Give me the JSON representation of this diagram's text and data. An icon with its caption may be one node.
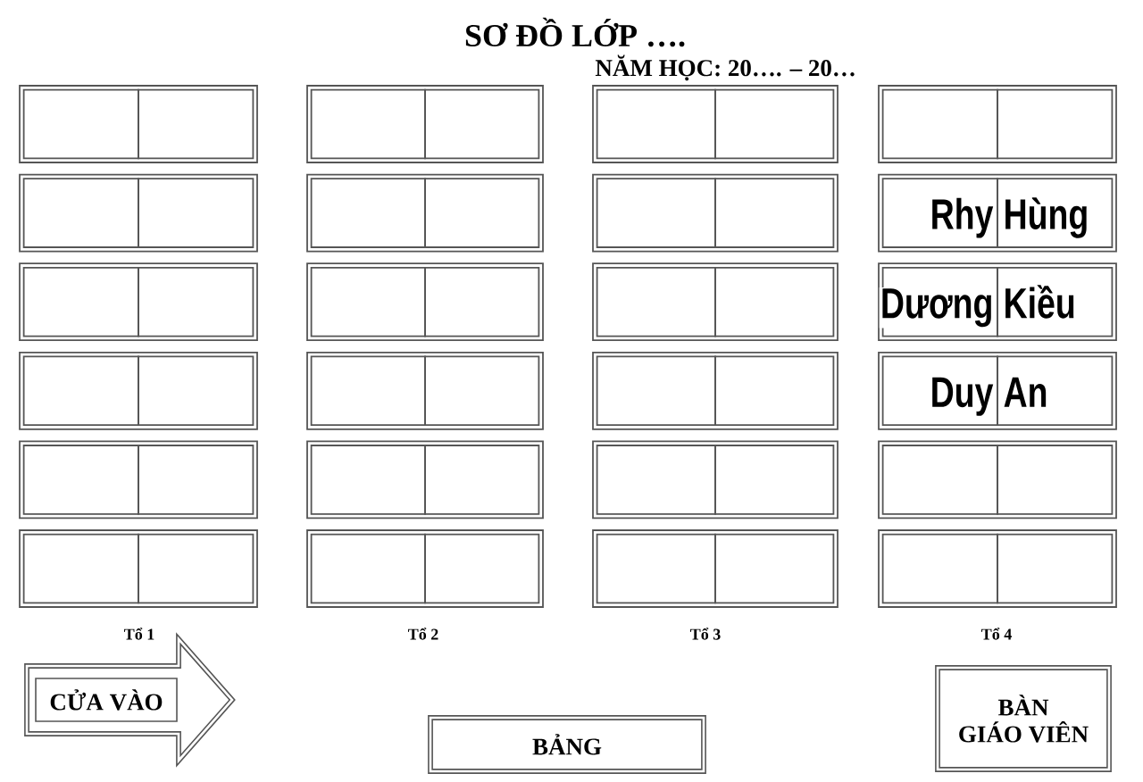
{
  "diagram": {
    "title": "SƠ ĐỒ LỚP ….",
    "nodes": [
      {
        "text": [],
        "shape": "box"
      },
      {
        "text": [],
        "shape": "box",
        "in": 0
      },
      {
        "text": [],
        "shape": "box",
        "in": 0
      },
      {
        "text": [],
        "shape": "box"
      },
      {
        "text": [],
        "shape": "box",
        "in": 3
      },
      {
        "text": [],
        "shape": "box",
        "in": 3
      },
      {
        "text": [],
        "shape": "box"
      },
      {
        "text": [],
        "shape": "box",
        "in": 6
      },
      {
        "text": [],
        "shape": "box",
        "in": 6
      },
      {
        "text": [],
        "shape": "box"
      },
      {
        "text": [],
        "shape": "box",
        "in": 9
      },
      {
        "text": [],
        "shape": "box",
        "in": 9
      },
      {
        "text": [],
        "shape": "box"
      },
      {
        "text": [],
        "shape": "box",
        "in": 12
      },
      {
        "text": [],
        "shape": "box",
        "in": 12
      },
      {
        "text": [],
        "shape": "box"
      },
      {
        "text": [],
        "shape": "box",
        "in": 15
      },
      {
        "text": [],
        "shape": "box",
        "in": 15
      },
      {
        "text": [],
        "shape": "box"
      },
      {
        "text": [],
        "shape": "box",
        "in": 18
      },
      {
        "text": [],
        "shape": "box",
        "in": 18
      },
      {
        "text": [],
        "shape": "box"
      },
      {
        "text": [
          "Rhy"
        ],
        "in": 21
      },
      {
        "text": [
          "Hùng"
        ],
        "in": 21
      },
      {
        "text": [],
        "shape": "box"
      },
      {
        "text": [],
        "shape": "box",
        "in": 24
      },
      {
        "text": [],
        "shape": "box",
        "in": 24
      },
      {
        "text": [],
        "shape": "box"
      },
      {
        "text": [],
        "shape": "box",
        "in": 27
      },
      {
        "text": [],
        "shape": "box",
        "in": 27
      },
      {
        "text": [],
        "shape": "box"
      },
      {
        "text": [],
        "shape": "box",
        "in": 30
      },
      {
        "text": [],
        "shape": "box",
        "in": 30
      },
      {
        "text": [],
        "shape": "box"
      },
      {
        "text": [
          "Dương"
        ],
        "in": 33
      },
      {
        "text": [
          "Kiều"
        ],
        "in": 33
      },
      {
        "text": [],
        "shape": "box"
      },
      {
        "text": [],
        "shape": "box",
        "in": 36
      },
      {
        "text": [],
        "shape": "box",
        "in": 36
      },
      {
        "text": [],
        "shape": "box"
      },
      {
        "text": [],
        "shape": "box",
        "in": 39
      },
      {
        "text": [],
        "shape": "box",
        "in": 39
      },
      {
        "text": [],
        "shape": "box"
      },
      {
        "text": [],
        "shape": "box",
        "in": 42
      },
      {
        "text": [],
        "shape": "box",
        "in": 42
      },
      {
        "text": [],
        "shape": "box"
      },
      {
        "text": [
          "Duy"
        ],
        "in": 45
      },
      {
        "text": [
          "An"
        ],
        "in": 45
      },
      {
        "text": [],
        "shape": "box"
      },
      {
        "text": [],
        "shape": "box",
        "in": 48
      },
      {
        "text": [],
        "shape": "box",
        "in": 48
      },
      {
        "text": [],
        "shape": "box"
      },
      {
        "text": [],
        "shape": "box",
        "in": 51
      },
      {
        "text": [],
        "shape": "box",
        "in": 51
      },
      {
        "text": [],
        "shape": "box"
      },
      {
        "text": [],
        "shape": "box",
        "in": 54
      },
      {
        "text": [],
        "shape": "box",
        "in": 54
      },
      {
        "text": [],
        "shape": "box"
      },
      {
        "text": [],
        "shape": "box",
        "in": 57
      },
      {
        "text": [],
        "shape": "box",
        "in": 57
      },
      {
        "text": [],
        "shape": "box"
      },
      {
        "text": [],
        "shape": "box",
        "in": 60
      },
      {
        "text": [],
        "shape": "box",
        "in": 60
      },
      {
        "text": [],
        "shape": "box"
      },
      {
        "text": [],
        "shape": "box",
        "in": 63
      },
      {
        "text": [],
        "shape": "box",
        "in": 63
      },
      {
        "text": [],
        "shape": "box"
      },
      {
        "text": [],
        "shape": "box",
        "in": 66
      },
      {
        "text": [],
        "shape": "box",
        "in": 66
      },
      {
        "text": [],
        "shape": "box"
      },
      {
        "text": [],
        "shape": "box",
        "in": 69
      },
      {
        "text": [],
        "shape": "box",
        "in": 69
      },
      {
        "text": [
          "CỬA VÀO"
        ]
      },
      {
        "text": [
          "BẢNG"
        ]
      },
      {
        "text": [
          "BÀN GIÁO VIÊN"
        ]
      }
    ],
    "labels": [
      "NĂM HỌC: 20…. – 20…",
      "Tổ 1",
      "Tổ 2",
      "Tổ 3",
      "Tổ 4"
    ]
  }
}
